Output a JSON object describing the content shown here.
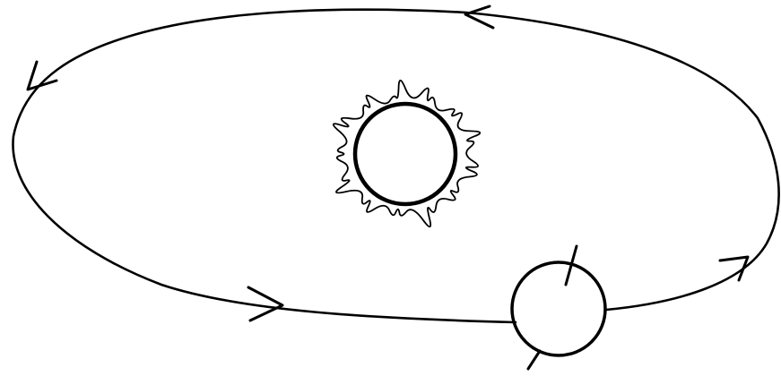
{
  "diagram": {
    "subject": "earth-orbit-around-sun",
    "orbit_direction": "counterclockwise",
    "elements": {
      "orbit": "elliptical-orbit-path",
      "sun": "sun-icon",
      "earth": "earth-icon",
      "axis": "tilted-rotation-axis"
    },
    "direction_arrows": 4
  },
  "colors": {
    "ink": "#000000",
    "background": "#ffffff"
  }
}
